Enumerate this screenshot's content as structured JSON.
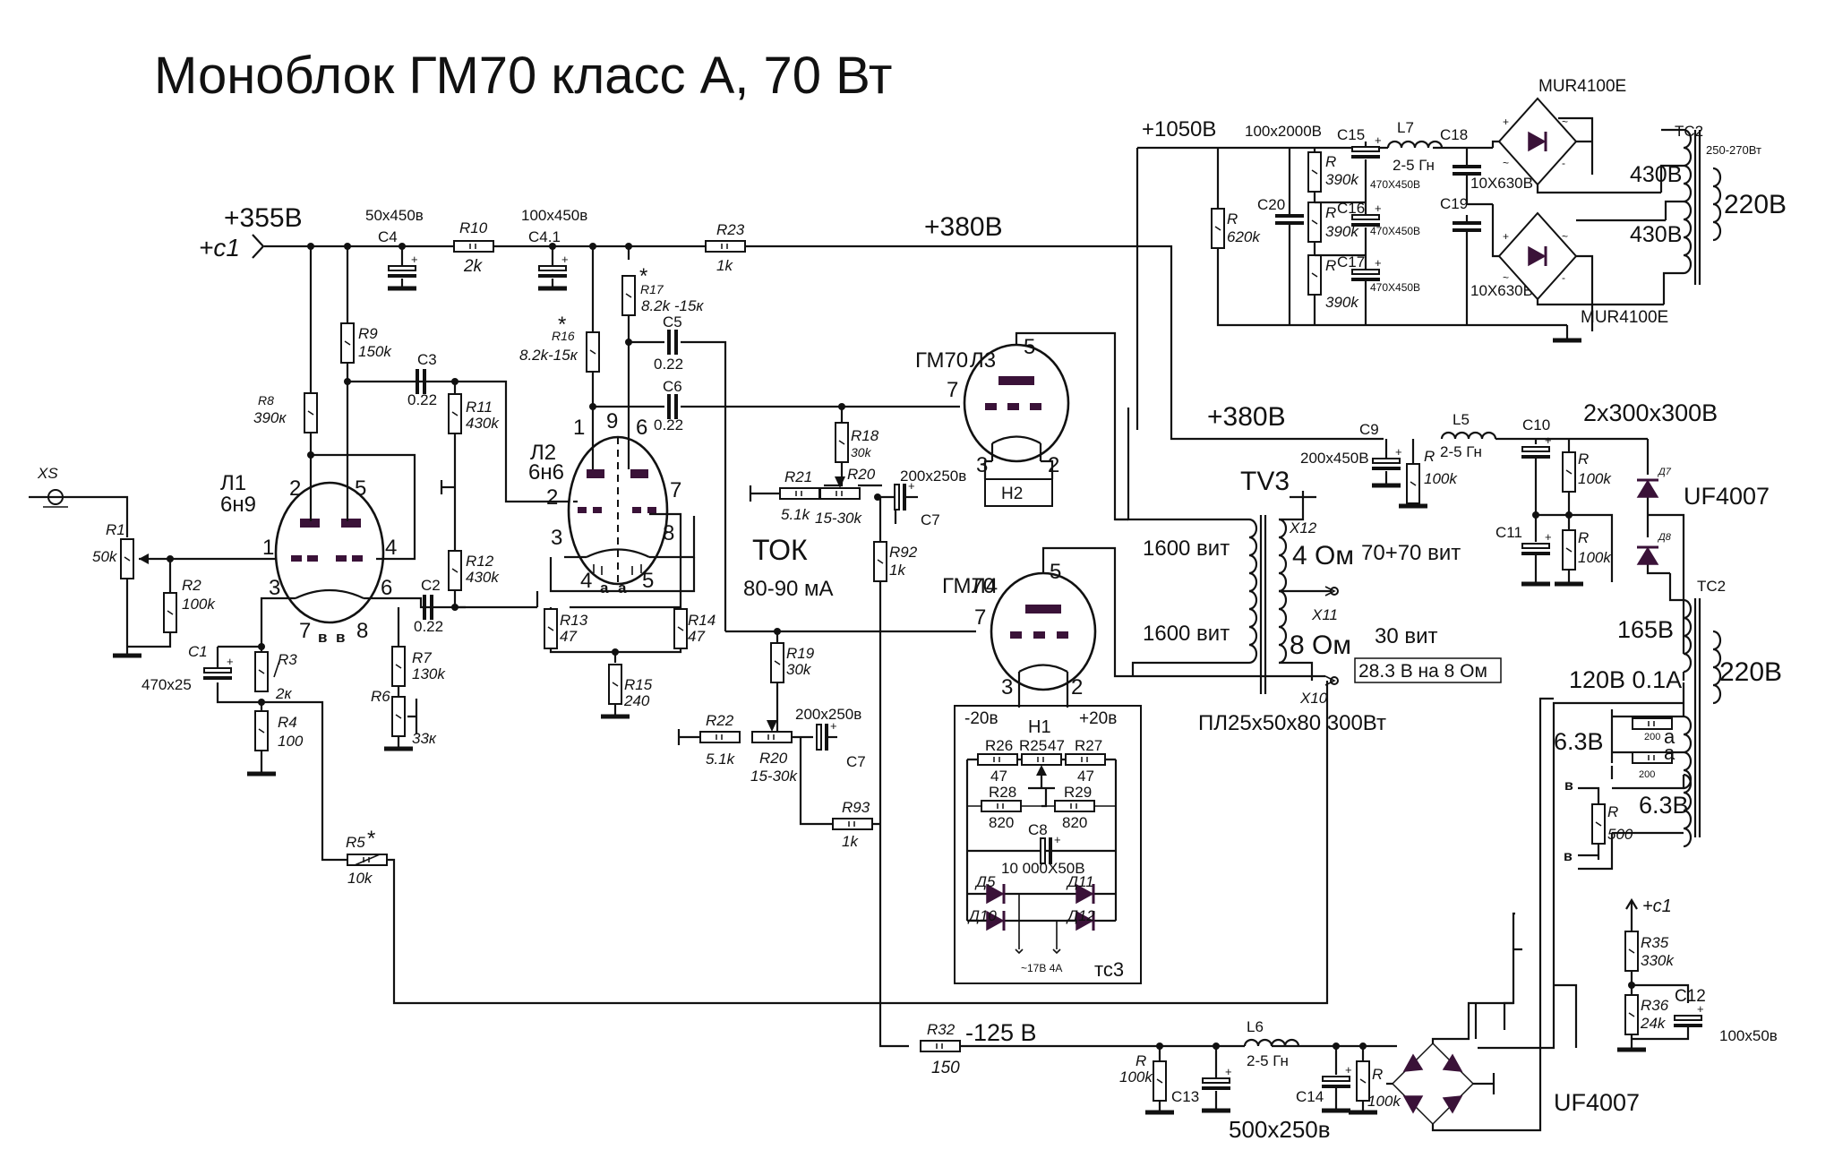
{
  "title": "Моноблок ГМ70 класс А, 70 Вт",
  "rails": {
    "b355": "+355В",
    "b380": "+380В",
    "b1050": "+1050В",
    "b380b": "+380В",
    "neg125": "-125 В",
    "c1": "+c1",
    "c1b": "+c1",
    "a2x300": "2x300x300В"
  },
  "tubes": {
    "l1": {
      "name": "Л1",
      "type": "6н9",
      "pins": [
        "2",
        "5",
        "1",
        "4",
        "3",
        "6",
        "7",
        "8",
        "в",
        "в"
      ]
    },
    "l2": {
      "name": "Л2",
      "type": "6н6",
      "pins": [
        "1",
        "9",
        "6",
        "2",
        "7",
        "3",
        "8",
        "4",
        "5",
        "а",
        "а"
      ]
    },
    "l3": {
      "name": "Л3",
      "type": "ГМ70",
      "pins": [
        "5",
        "7",
        "3",
        "2"
      ],
      "heater": "Н2"
    },
    "l4": {
      "name": "Л4",
      "type": "ГМ70",
      "pins": [
        "5",
        "7",
        "3",
        "2"
      ]
    }
  },
  "components": {
    "xs": "XS",
    "r1": {
      "ref": "R1",
      "val": "50k"
    },
    "r2": {
      "ref": "R2",
      "val": "100k"
    },
    "r3": {
      "ref": "R3",
      "val": "2к"
    },
    "r4": {
      "ref": "R4",
      "val": "100"
    },
    "r5": {
      "ref": "R5",
      "val": "10k",
      "mark": "*"
    },
    "r6": {
      "ref": "R6",
      "val": "33к"
    },
    "r7": {
      "ref": "R7",
      "val": "130k"
    },
    "r8": {
      "ref": "R8",
      "val": "390к"
    },
    "r9": {
      "ref": "R9",
      "val": "150k"
    },
    "r10": {
      "ref": "R10",
      "val": "2k"
    },
    "r11": {
      "ref": "R11",
      "val": "430k"
    },
    "r12": {
      "ref": "R12",
      "val": "430k"
    },
    "r13": {
      "ref": "R13",
      "val": "47"
    },
    "r14": {
      "ref": "R14",
      "val": "47"
    },
    "r15": {
      "ref": "R15",
      "val": "240"
    },
    "r16": {
      "ref": "R16",
      "val": "8.2k-15к",
      "mark": "*"
    },
    "r17": {
      "ref": "R17",
      "val": "8.2k -15к",
      "mark": "*"
    },
    "r18": {
      "ref": "R18",
      "val": "30k"
    },
    "r19": {
      "ref": "R19",
      "val": "30k"
    },
    "r20a": {
      "ref": "R20",
      "val": "15-30k"
    },
    "r20b": {
      "ref": "R20",
      "val": "15-30k"
    },
    "r21": {
      "ref": "R21",
      "val": "5.1k"
    },
    "r22": {
      "ref": "R22",
      "val": "5.1k"
    },
    "r23": {
      "ref": "R23",
      "val": "1k"
    },
    "r25": {
      "ref": "R25",
      "val": "47"
    },
    "r26": {
      "ref": "R26",
      "val": "47"
    },
    "r27": {
      "ref": "R27",
      "val": "47"
    },
    "r28": {
      "ref": "R28",
      "val": "820"
    },
    "r29": {
      "ref": "R29",
      "val": "820"
    },
    "r32": {
      "ref": "R32",
      "val": "150"
    },
    "r35": {
      "ref": "R35",
      "val": "330k"
    },
    "r36": {
      "ref": "R36",
      "val": "24k"
    },
    "r92": {
      "ref": "R92",
      "val": "1k"
    },
    "r93": {
      "ref": "R93",
      "val": "1k"
    },
    "rhv1": {
      "ref": "R",
      "val": "390k"
    },
    "rhv2": {
      "ref": "R",
      "val": "390k"
    },
    "rhv3": {
      "ref": "R",
      "val": "390k"
    },
    "rhv4": {
      "ref": "R",
      "val": "620k"
    },
    "rb1": {
      "ref": "R",
      "val": "100k"
    },
    "rb2": {
      "ref": "R",
      "val": "100k"
    },
    "rb3": {
      "ref": "R",
      "val": "100k"
    },
    "rn1": {
      "ref": "R",
      "val": "100k"
    },
    "rn2": {
      "ref": "R",
      "val": "100k"
    },
    "rf1": {
      "val": "200"
    },
    "rf2": {
      "val": "200"
    },
    "rfil": {
      "ref": "R",
      "val": "500"
    },
    "c1": {
      "ref": "C1",
      "val": "470x25"
    },
    "c2": {
      "ref": "C2",
      "val": "0.22"
    },
    "c3": {
      "ref": "C3",
      "val": "0.22"
    },
    "c4": {
      "ref": "C4",
      "val": "50x450в"
    },
    "c41": {
      "ref": "C4.1",
      "val": "100x450в"
    },
    "c5": {
      "ref": "C5",
      "val": "0.22"
    },
    "c6": {
      "ref": "C6",
      "val": "0.22"
    },
    "c7a": {
      "ref": "C7",
      "val": "200x250в"
    },
    "c7b": {
      "ref": "C7",
      "val": "200x250в"
    },
    "c8": {
      "ref": "C8",
      "val": "10 000X50В"
    },
    "c9": {
      "ref": "C9",
      "val": "200x450В"
    },
    "c10": {
      "ref": "C10"
    },
    "c11": {
      "ref": "C11"
    },
    "c12": {
      "ref": "C12",
      "val": "100x50в"
    },
    "c13": {
      "ref": "C13"
    },
    "c14": {
      "ref": "C14",
      "val": "500x250в"
    },
    "c15": {
      "ref": "C15",
      "val": "470X450В"
    },
    "c16": {
      "ref": "C16",
      "val": "470X450В"
    },
    "c17": {
      "ref": "C17",
      "val": "470X450В"
    },
    "c18": {
      "ref": "C18",
      "val": "10X630В"
    },
    "c19": {
      "ref": "C19",
      "val": "10X630В"
    },
    "c20": {
      "ref": "C20",
      "val": "100x2000В"
    },
    "l5": {
      "ref": "L5",
      "val": "2-5 Гн"
    },
    "l6": {
      "ref": "L6",
      "val": "2-5 Гн"
    },
    "l7": {
      "ref": "L7",
      "val": "2-5 Гн"
    },
    "d5": "Д5",
    "d7": "Д7",
    "d8": "Д8",
    "d10": "Д10",
    "d11": "Д11",
    "d12": "Д12",
    "uf1": "UF4007",
    "uf2": "UF4007",
    "mur1": "MUR4100E",
    "mur2": "MUR4100E"
  },
  "bias": {
    "tok": "ТОК",
    "range": "80-90 мА"
  },
  "heater_box": {
    "h1": "Н1",
    "m20": "-20в",
    "p20": "+20в",
    "ac": "~17В 4А",
    "tc3": "тс3"
  },
  "output_tf": {
    "ref": "TV3",
    "w1": "1600 вит",
    "w2": "1600 вит",
    "sec1": "4 Ом",
    "sec1w": "70+70 вит",
    "sec2": "8 Ом",
    "sec2w": "30 вит",
    "volt": "28.3 В на 8 Ом",
    "core": "ПЛ25x50x80 300Вт",
    "x10": "X10",
    "x11": "X11",
    "x12": "X12"
  },
  "power_tf1": {
    "ref": "TC2",
    "rating": "250-270Вт",
    "s1": "430В",
    "s2": "430В",
    "pri": "220В"
  },
  "power_tf2": {
    "ref": "TC2",
    "s1": "165В",
    "s2": "120В 0.1А",
    "s3": "6.3В",
    "s4": "6.3В",
    "pri": "220В",
    "a1": "а",
    "a2": "а",
    "v1": "в",
    "v2": "в"
  }
}
